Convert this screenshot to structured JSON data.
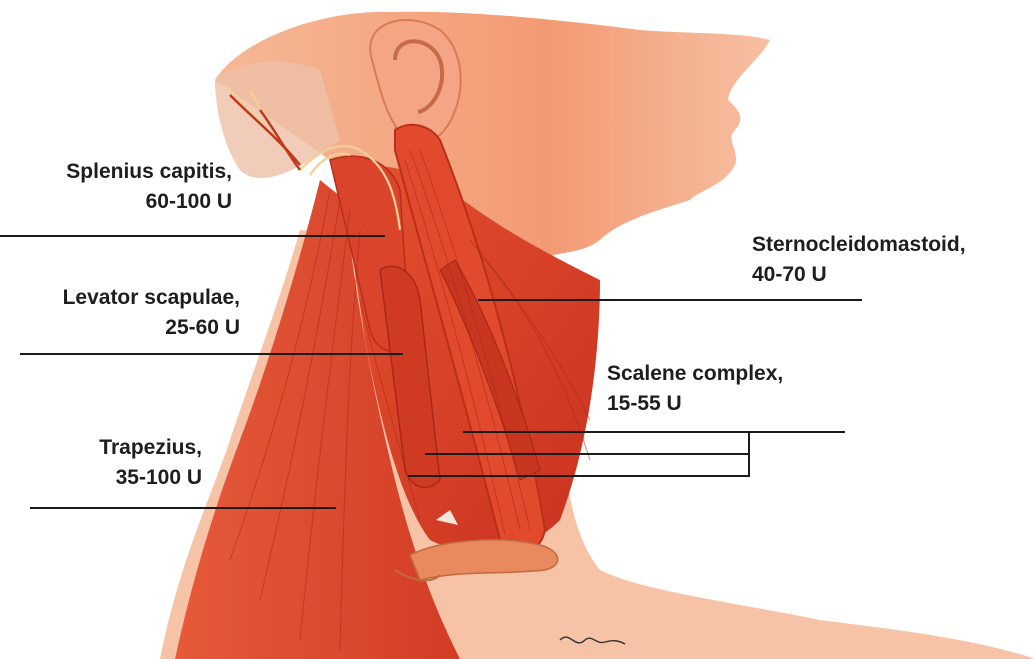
{
  "labels": {
    "splenius": {
      "name": "Splenius capitis,",
      "dose": "60-100 U"
    },
    "levator": {
      "name": "Levator scapulae,",
      "dose": "25-60 U"
    },
    "trapezius": {
      "name": "Trapezius,",
      "dose": "35-100 U"
    },
    "scm": {
      "name": "Sternocleidomastoid,",
      "dose": "40-70 U"
    },
    "scalene": {
      "name": "Scalene complex,",
      "dose": "15-55 U"
    }
  },
  "colors": {
    "muscle": "#d8412a",
    "muscle_dark": "#b32a18",
    "skin": "#f3a07c",
    "skin_light": "#f7c2a4",
    "tendon": "#f4d8b8",
    "leader": "#1a1a1a"
  }
}
